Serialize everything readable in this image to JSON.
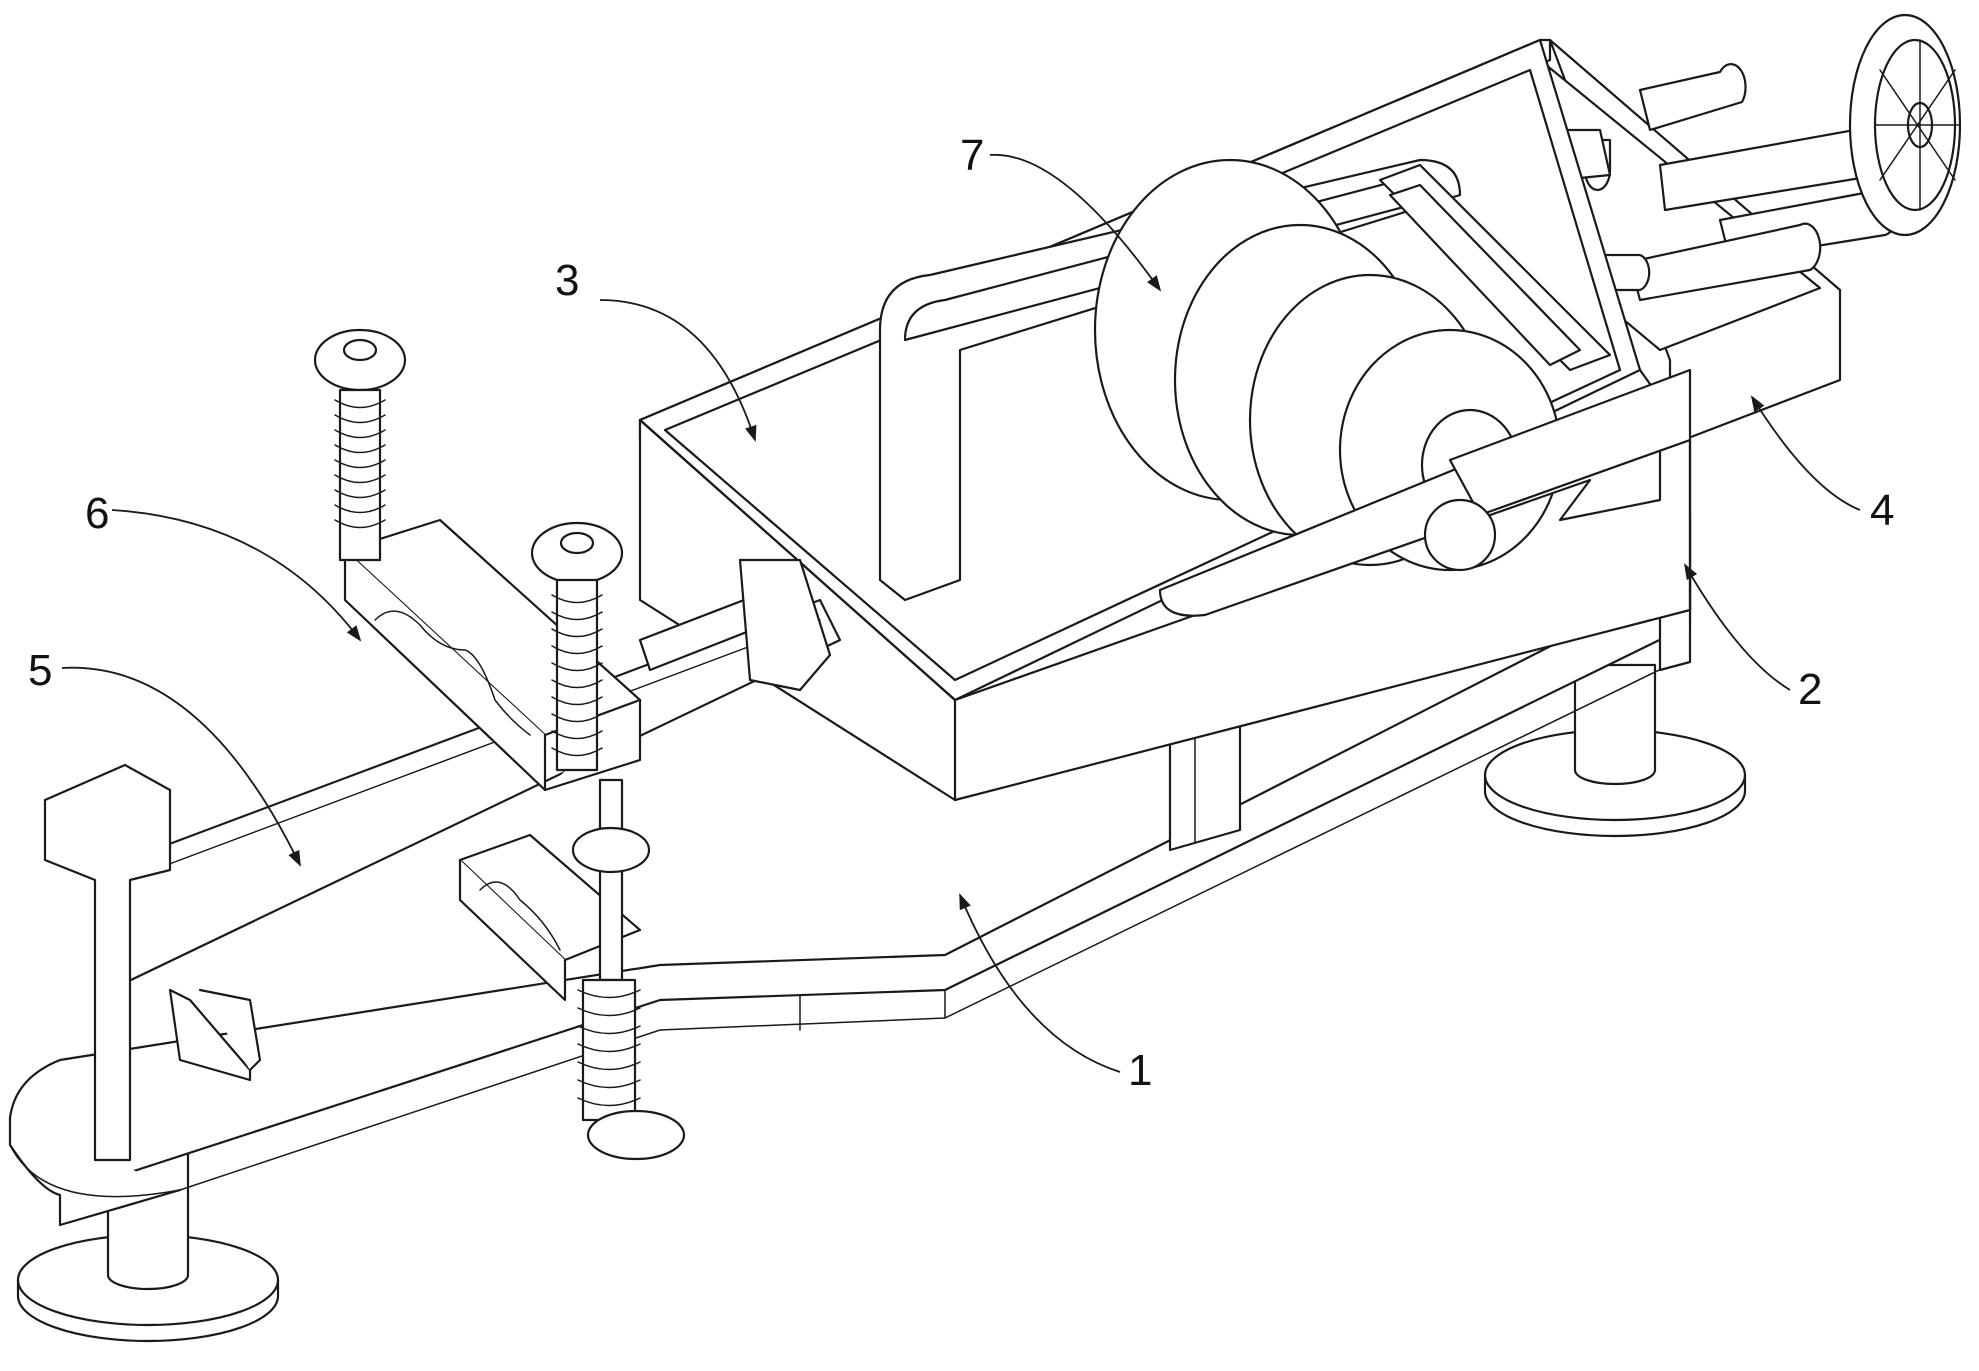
{
  "figure": {
    "callouts": [
      {
        "id": "1",
        "label": "1"
      },
      {
        "id": "2",
        "label": "2"
      },
      {
        "id": "3",
        "label": "3"
      },
      {
        "id": "4",
        "label": "4"
      },
      {
        "id": "5",
        "label": "5"
      },
      {
        "id": "6",
        "label": "6"
      },
      {
        "id": "7",
        "label": "7"
      }
    ]
  },
  "colors": {
    "line": "#1a1a1a",
    "background": "#ffffff"
  }
}
